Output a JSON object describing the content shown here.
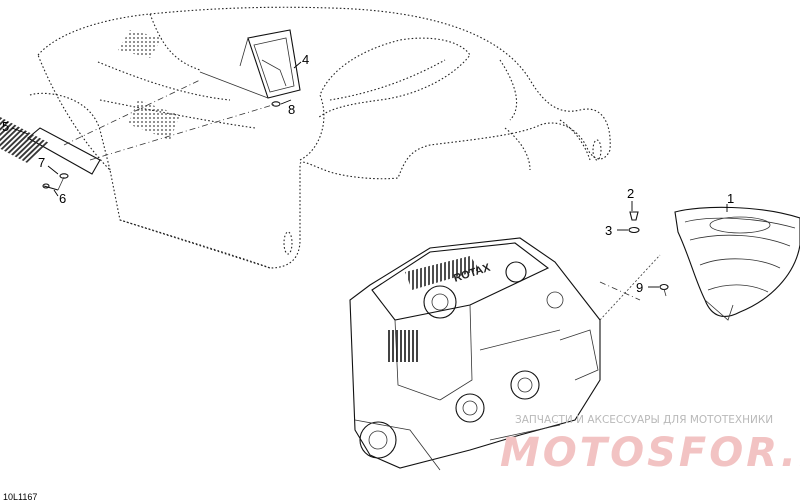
{
  "drawing_code": "10L1167",
  "callouts": {
    "c1": "1",
    "c2": "2",
    "c3": "3",
    "c4": "4",
    "c5": "5",
    "c6": "6",
    "c7": "7",
    "c8": "8",
    "c9": "9"
  },
  "engine_cover_text": "ROTAX",
  "watermark": {
    "tagline": "ЗАПЧАСТИ И АКСЕССУАРЫ ДЛЯ МОТОТЕХНИКИ",
    "site": "MOTOSFOR.RU"
  },
  "colors": {
    "line": "#111111",
    "watermark": "#f2c3c3",
    "watermark_text": "#b9b9b9"
  }
}
